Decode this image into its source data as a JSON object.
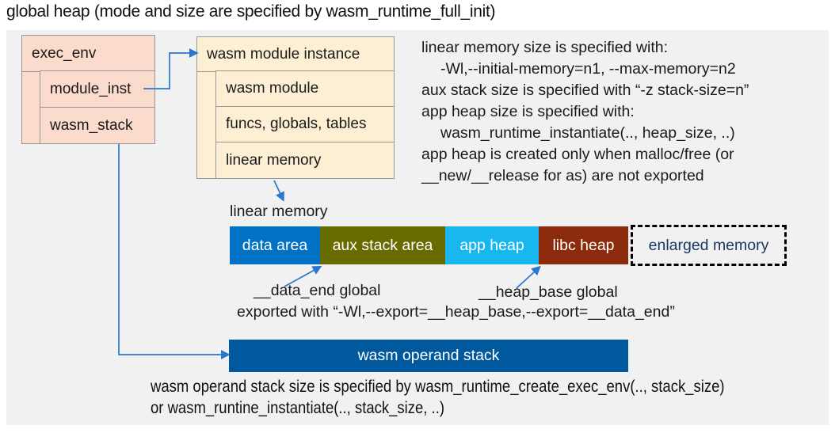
{
  "title": "global heap (mode and size are specified by wasm_runtime_full_init)",
  "exec_env": {
    "label": "exec_env",
    "children": [
      "module_inst",
      "wasm_stack"
    ]
  },
  "module_instance": {
    "label": "wasm module instance",
    "children": [
      "wasm module",
      "funcs, globals, tables",
      "linear memory"
    ]
  },
  "notes_right": {
    "lines": [
      "linear memory size is specified with:",
      "-Wl,--initial-memory=n1, --max-memory=n2",
      "aux stack size is specified with “-z stack-size=n”",
      "app heap size is specified with:",
      "wasm_runtime_instantiate(.., heap_size, ..)",
      "app heap is created only when malloc/free (or",
      "__new/__release for as) are not exported"
    ]
  },
  "linear_memory": {
    "label": "linear memory",
    "segments": [
      {
        "label": "data area",
        "color": "#0071c5",
        "text_color": "#ffffff"
      },
      {
        "label": "aux stack area",
        "color": "#686b00",
        "text_color": "#ffffff"
      },
      {
        "label": "app heap",
        "color": "#18b7f0",
        "text_color": "#ffffff"
      },
      {
        "label": "libc heap",
        "color": "#8c2a0c",
        "text_color": "#ffffff"
      },
      {
        "label": "enlarged memory",
        "color": "transparent",
        "text_color": "#17365d",
        "border": "dashed"
      }
    ]
  },
  "annotations": {
    "data_end": "__data_end global",
    "heap_base": "__heap_base global",
    "exported": "exported with “-Wl,--export=__heap_base,--export=__data_end”"
  },
  "operand_stack": {
    "label": "wasm operand stack",
    "color": "#00599c"
  },
  "notes_bottom": {
    "lines": [
      "wasm operand stack size is specified by wasm_runtime_create_exec_env(.., stack_size)",
      "or wasm_runtine_instantiate(.., stack_size, ..)"
    ]
  },
  "colors": {
    "panel_bg": "#f1f1f2",
    "exec_env_fill": "#fbdbcb",
    "module_instance_fill": "#fdefd3",
    "box_border": "#979797",
    "arrow": "#2878ce",
    "enlarged_memory_text": "#17365d"
  }
}
